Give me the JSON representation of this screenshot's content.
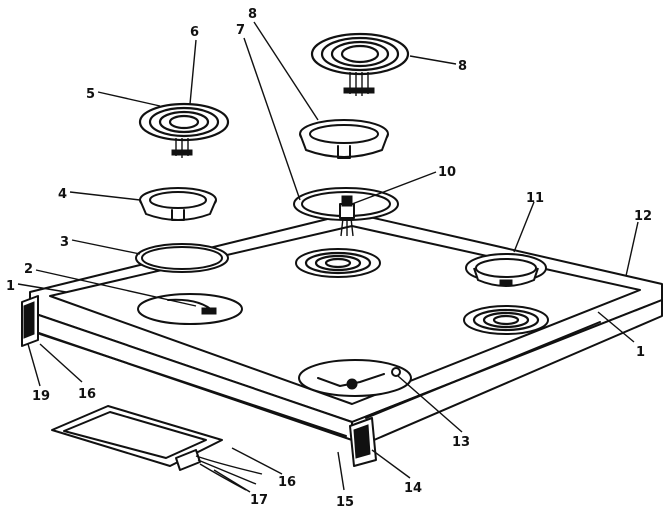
{
  "callouts": {
    "c1a": "1",
    "c1b": "1",
    "c2": "2",
    "c3": "3",
    "c4": "4",
    "c5": "5",
    "c6": "6",
    "c7": "7",
    "c8a": "8",
    "c8b": "8",
    "c10": "10",
    "c11": "11",
    "c12": "12",
    "c13": "13",
    "c14": "14",
    "c15": "15",
    "c16a": "16",
    "c16b": "16",
    "c17": "17",
    "c19": "19"
  }
}
